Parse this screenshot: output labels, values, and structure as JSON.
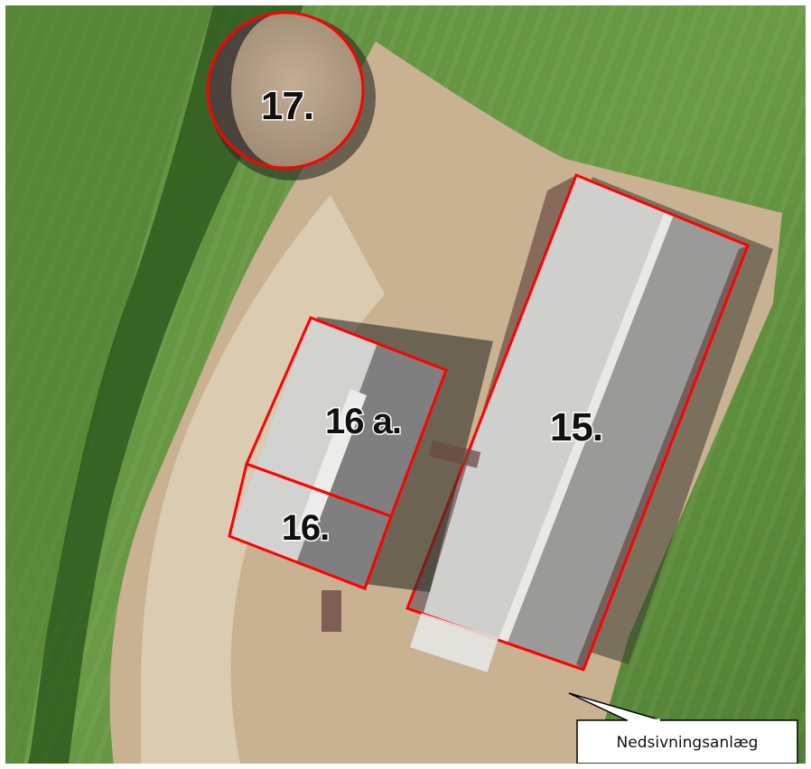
{
  "map": {
    "colors": {
      "field": "#5c8a3c",
      "field_dark": "#3f6b28",
      "hedge": "#2f5a1f",
      "gravel": "#c9b394",
      "road": "#dccbb3",
      "roof_light": "#c9c9c9",
      "roof_dark": "#8f8f8f",
      "tank": "#b59f86",
      "outline": "#ff0000"
    },
    "labels": {
      "building_15": "15.",
      "building_16": "16.",
      "building_16a": "16 a.",
      "tank_17": "17."
    },
    "callout": {
      "text": "Nedsivningsanlæg"
    }
  }
}
